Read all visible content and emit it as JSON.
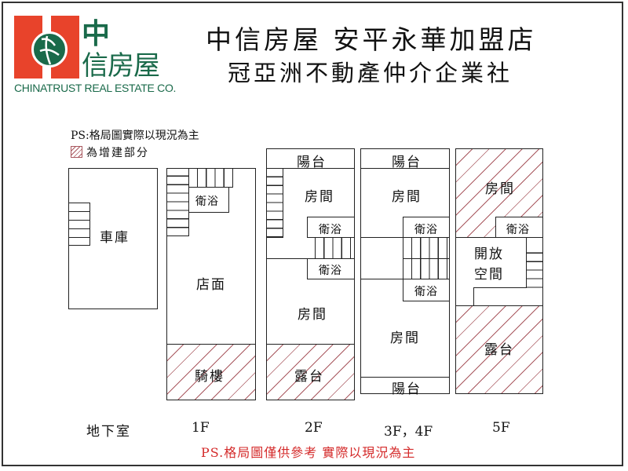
{
  "header": {
    "logo": {
      "brand_chars_top": "中",
      "brand_chars_bottom": "信房屋",
      "english_name": "CHINATRUST REAL ESTATE CO.",
      "brand_red": "#e8432b",
      "brand_green": "#1a6a4a"
    },
    "title": "中信房屋 安平永華加盟店",
    "subtitle": "冠亞洲不動產仲介企業社"
  },
  "legend": {
    "note": "PS:格局圖實際以現況為主",
    "hatch_label": "為增建部分",
    "hatch_color": "#a9585f"
  },
  "floors": {
    "basement": {
      "label": "地下室",
      "rooms": [
        "車庫"
      ]
    },
    "f1": {
      "label": "1F",
      "rooms": [
        "衛浴",
        "店面",
        "騎樓"
      ]
    },
    "f2": {
      "label": "2F",
      "rooms": [
        "陽台",
        "房間",
        "衛浴",
        "衛浴",
        "房間",
        "露台"
      ]
    },
    "f3_4": {
      "label": "3F，4F",
      "rooms": [
        "陽台",
        "房間",
        "衛浴",
        "衛浴",
        "房間",
        "陽台"
      ]
    },
    "f5": {
      "label": "5F",
      "rooms": [
        "房間",
        "衛浴",
        "開放",
        "空間",
        "露台"
      ]
    }
  },
  "footer": {
    "disclaimer": "PS.格局圖僅供參考 實際以現況為主",
    "disclaimer_color": "#d42a2a"
  }
}
